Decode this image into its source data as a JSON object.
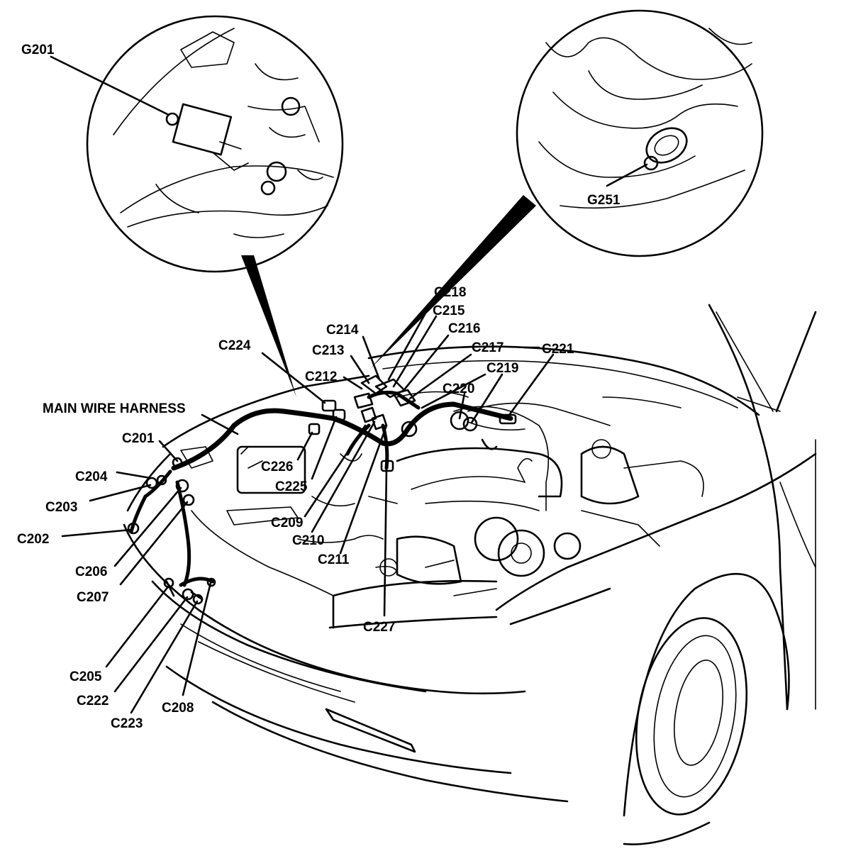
{
  "diagram": {
    "harness_label": "MAIN WIRE HARNESS",
    "ground_labels": [
      "G201",
      "G251"
    ],
    "connector_labels": [
      "C201",
      "C202",
      "C203",
      "C204",
      "C205",
      "C206",
      "C207",
      "C208",
      "C209",
      "C210",
      "C211",
      "C212",
      "C213",
      "C214",
      "C215",
      "C216",
      "C217",
      "C218",
      "C219",
      "C220",
      "C221",
      "C222",
      "C223",
      "C224",
      "C225",
      "C226",
      "C227"
    ]
  }
}
